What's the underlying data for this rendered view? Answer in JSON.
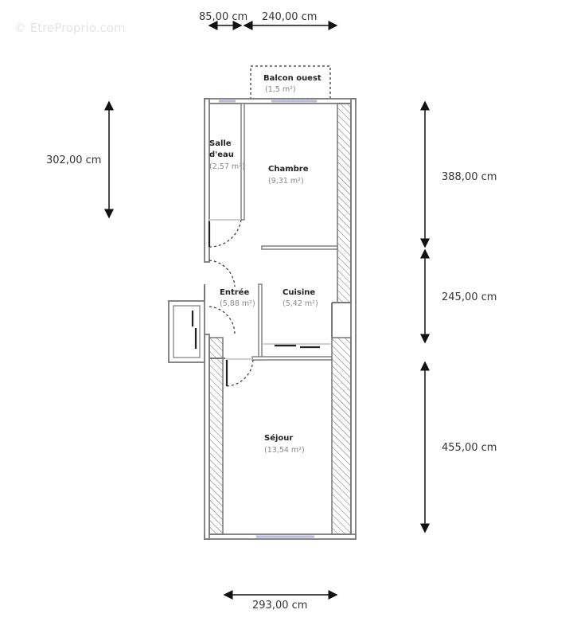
{
  "watermark": "© EtreProprio.com",
  "rooms": [
    {
      "name": "Balcon ouest",
      "area": "(1,5 m²)"
    },
    {
      "name": "Salle",
      "name2": "d'eau",
      "area": "(2,57 m²)"
    },
    {
      "name": "Chambre",
      "area": "(9,31 m²)"
    },
    {
      "name": "Entrée",
      "area": "(5,88 m²)"
    },
    {
      "name": "Cuisine",
      "area": "(5,42 m²)"
    },
    {
      "name": "Séjour",
      "area": "(13,54 m²)"
    }
  ],
  "dimensions": {
    "top_left": "85,00 cm",
    "top_right": "240,00 cm",
    "left": "302,00 cm",
    "right_top": "388,00 cm",
    "right_middle": "245,00 cm",
    "right_bottom": "455,00 cm",
    "bottom": "293,00 cm"
  },
  "colors": {
    "wall": "#7a7a7a",
    "hatch": "#666666",
    "window": "#c8c8e8"
  }
}
